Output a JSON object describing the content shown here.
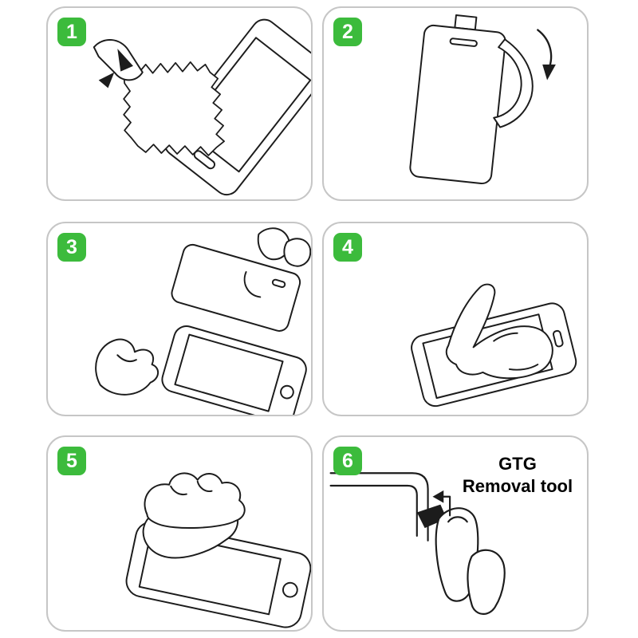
{
  "colors": {
    "badge_green": "#3cbb3c",
    "badge_text": "#ffffff",
    "panel_border": "#c6c6c6",
    "line_art": "#1c1c1c",
    "background": "#ffffff"
  },
  "steps": [
    {
      "number": "1",
      "illustration": "wipe-screen-with-cleaning-cloth"
    },
    {
      "number": "2",
      "illustration": "peel-backing-film-from-protector"
    },
    {
      "number": "3",
      "illustration": "align-protector-over-screen"
    },
    {
      "number": "4",
      "illustration": "press-center-of-screen"
    },
    {
      "number": "5",
      "illustration": "smooth-out-air-bubbles"
    },
    {
      "number": "6",
      "illustration": "use-removal-tool-on-corner",
      "label": {
        "line1": "GTG",
        "line2": "Removal tool"
      }
    }
  ]
}
